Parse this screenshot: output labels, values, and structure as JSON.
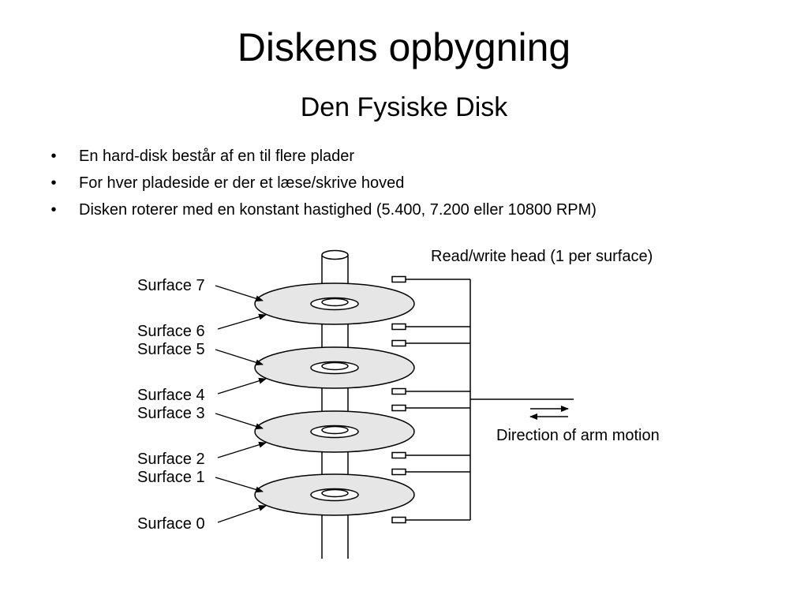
{
  "slide": {
    "title": "Diskens opbygning",
    "subtitle": "Den Fysiske Disk"
  },
  "bullets": [
    "En hard-disk består af en til flere plader",
    "For hver pladeside er der et læse/skrive hoved",
    "Disken roterer med en konstant hastighed (5.400, 7.200  eller 10800 RPM)"
  ],
  "diagram": {
    "head_label": "Read/write head (1 per surface)",
    "arm_motion_label": "Direction of arm motion",
    "surfaces": [
      "Surface 7",
      "Surface 6",
      "Surface 5",
      "Surface 4",
      "Surface 3",
      "Surface 2",
      "Surface 1",
      "Surface 0"
    ]
  }
}
